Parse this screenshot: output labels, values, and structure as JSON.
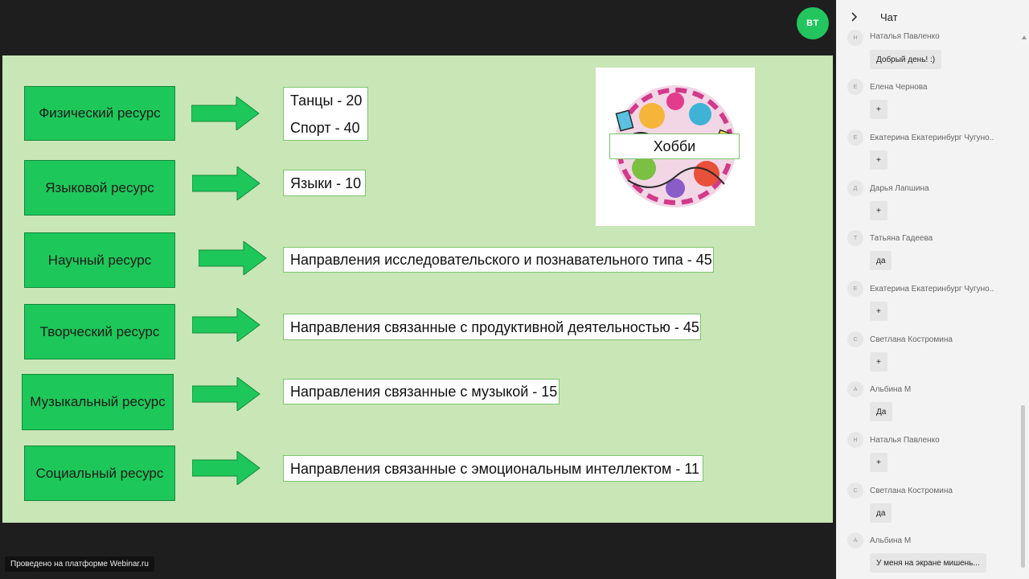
{
  "presenter": {
    "avatar_initials": "BT"
  },
  "slide": {
    "hobby_label": "Хобби",
    "rows": [
      {
        "resource": "Физический ресурс",
        "values": [
          "Танцы - 20",
          "Спорт - 40"
        ]
      },
      {
        "resource": "Языковой ресурс",
        "values": [
          "Языки - 10"
        ]
      },
      {
        "resource": "Научный ресурс",
        "values": [
          "Направления исследовательского и познавательного типа - 45"
        ]
      },
      {
        "resource": "Творческий ресурс",
        "values": [
          "Направления связанные с продуктивной деятельностью - 45"
        ]
      },
      {
        "resource": "Музыкальный ресурс",
        "values": [
          "Направления связанные с музыкой - 15"
        ]
      },
      {
        "resource": "Социальный ресурс",
        "values": [
          "Направления связанные с эмоциональным интеллектом - 11"
        ]
      }
    ]
  },
  "footer": {
    "badge": "Проведено на платформе Webinar.ru"
  },
  "chat": {
    "title": "Чат",
    "messages": [
      {
        "initial": "Н",
        "name": "Наталья Павленко",
        "text": "Добрый день! :)"
      },
      {
        "initial": "Е",
        "name": "Елена Чернова",
        "text": "+"
      },
      {
        "initial": "Е",
        "name": "Екатерина Екатеринбург Чугуно..",
        "text": "+"
      },
      {
        "initial": "Д",
        "name": "Дарья Лапшина",
        "text": "+"
      },
      {
        "initial": "Т",
        "name": "Татьяна Гадеева",
        "text": "да"
      },
      {
        "initial": "Е",
        "name": "Екатерина Екатеринбург Чугуно..",
        "text": "+"
      },
      {
        "initial": "С",
        "name": "Светлана Костромина",
        "text": "+"
      },
      {
        "initial": "А",
        "name": "Альбина М",
        "text": "Да"
      },
      {
        "initial": "Н",
        "name": "Наталья Павленко",
        "text": "+"
      },
      {
        "initial": "С",
        "name": "Светлана Костромина",
        "text": "да"
      },
      {
        "initial": "А",
        "name": "Альбина М",
        "text": "У меня на экране мишень..."
      }
    ]
  },
  "colors": {
    "slide_bg": "#c9e6b7",
    "resource_fill": "#1ec75a",
    "arrow_fill": "#1ec75a",
    "avatar_bg": "#22c55e"
  },
  "icons": [
    "chevron-right-icon",
    "hobby-doodle-image",
    "arrow-right-icon"
  ]
}
